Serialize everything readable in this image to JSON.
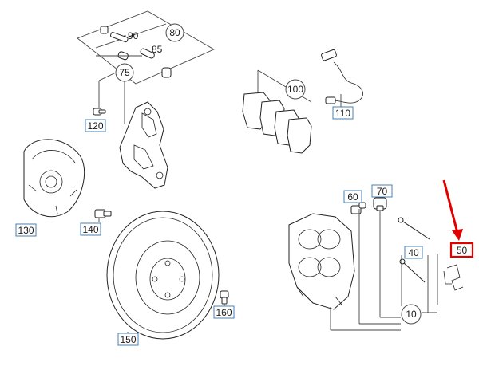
{
  "labels": {
    "p10": "10",
    "p40": "40",
    "p50": "50",
    "p60": "60",
    "p70": "70",
    "p75": "75",
    "p80": "80",
    "p85": "85",
    "p90": "90",
    "p100": "100",
    "p110": "110",
    "p120": "120",
    "p130": "130",
    "p140": "140",
    "p150": "150",
    "p160": "160"
  },
  "colors": {
    "highlight": "#e00000",
    "label_box_border": "#4a7fb0",
    "line_art": "#222222"
  },
  "highlighted_part": "50"
}
